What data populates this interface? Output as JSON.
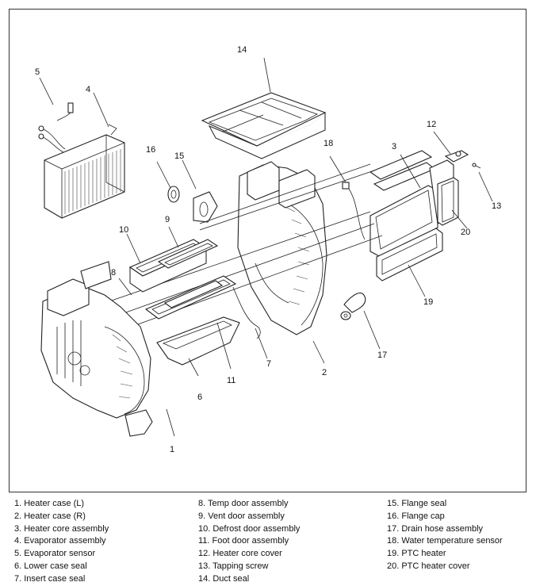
{
  "diagram": {
    "callouts": [
      "1",
      "2",
      "3",
      "4",
      "5",
      "6",
      "7",
      "8",
      "9",
      "10",
      "11",
      "12",
      "13",
      "14",
      "15",
      "16",
      "17",
      "18",
      "19",
      "20"
    ]
  },
  "legend": {
    "col1": [
      "1. Heater case (L)",
      "2. Heater case (R)",
      "3. Heater core assembly",
      "4. Evaporator assembly",
      "5. Evaporator sensor",
      "6. Lower case seal",
      "7. Insert case seal"
    ],
    "col2": [
      "8. Temp door assembly",
      "9. Vent door assembly",
      "10. Defrost door assembly",
      "11. Foot door assembly",
      "12. Heater core cover",
      "13. Tapping screw",
      "14. Duct seal"
    ],
    "col3": [
      "15. Flange seal",
      "16. Flange cap",
      "17. Drain hose assembly",
      "18. Water temperature sensor",
      "19. PTC heater",
      "20. PTC heater cover"
    ]
  }
}
